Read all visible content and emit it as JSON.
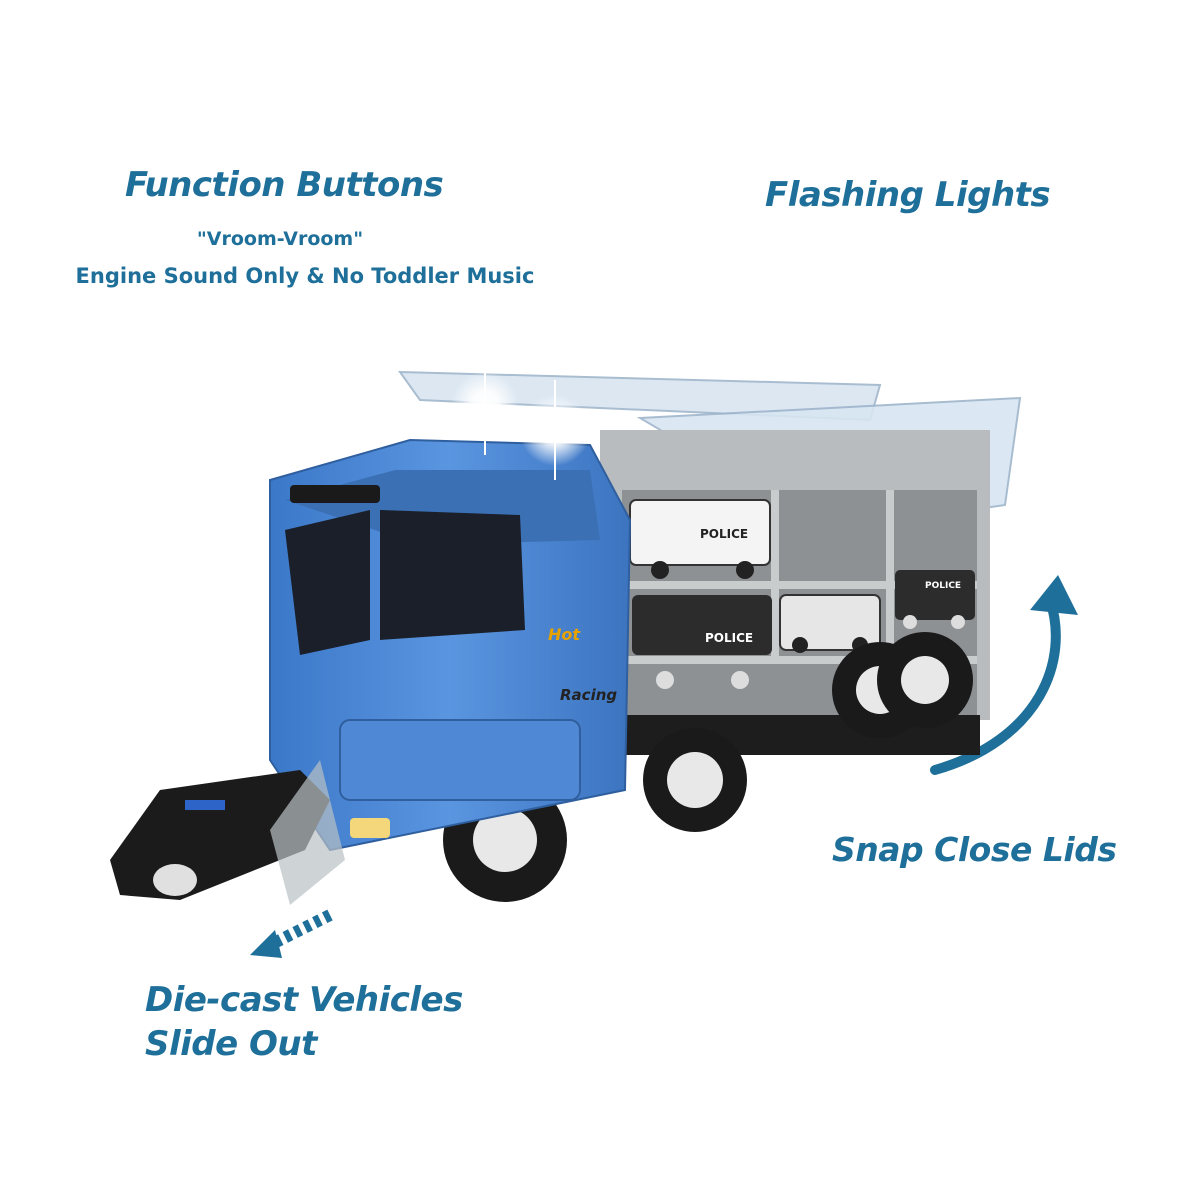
{
  "callouts": {
    "function_buttons": {
      "title": "Function Buttons",
      "line1": "\"Vroom-Vroom\"",
      "line2": "Engine Sound Only & No Toddler Music"
    },
    "flashing_lights": {
      "title": "Flashing Lights"
    },
    "snap_close_lids": {
      "title": "Snap Close Lids"
    },
    "die_cast": {
      "line1": "Die-cast Vehicles",
      "line2": "Slide Out"
    }
  },
  "truck": {
    "cab_badge": "Racing",
    "cab_logo": "Hot",
    "vehicle_labels": [
      "POLICE",
      "POLICE",
      "POLICE"
    ]
  },
  "colors": {
    "callout_text": "#1e6f99",
    "cab_blue": "#4a86d6",
    "trailer_gray": "#b8bcbe"
  }
}
